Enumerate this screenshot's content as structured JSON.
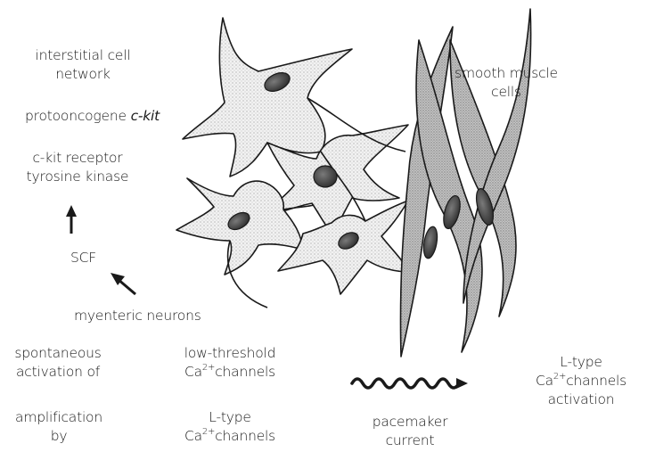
{
  "labels": {
    "interstitial_line1": "interstitial cell",
    "interstitial_line2": "network",
    "protooncogene_prefix": "protooncogene ",
    "protooncogene_gene": "c-kit",
    "receptor_line1": "c-kit receptor",
    "receptor_line2": "tyrosine kinase",
    "scf": "SCF",
    "myenteric": "myenteric neurons",
    "smooth_line1": "smooth muscle",
    "smooth_line2": "cells",
    "spontaneous_line1": "spontaneous",
    "spontaneous_line2": "activation of",
    "amplification_line1": "amplification",
    "amplification_line2": "by",
    "lowthreshold_line1": "low-threshold",
    "lowthreshold_ca": "Ca",
    "lowthreshold_sup": "2+",
    "lowthreshold_rest": "channels",
    "ltype_line1": "L-type",
    "ltype_ca": "Ca",
    "ltype_sup": "2+",
    "ltype_rest": "channels",
    "pacemaker_line1": "pacemaker",
    "pacemaker_line2": "current",
    "activation_line1": "L-type",
    "activation_ca": "Ca",
    "activation_sup": "2+",
    "activation_rest": "channels",
    "activation_line3": "activation"
  },
  "icons": {
    "arrow_up": "arrow-up-icon",
    "arrow_diagonal": "arrow-up-left-icon",
    "wavy_arrow": "wavy-arrow-icon"
  },
  "colors": {
    "stroke": "#1a1a1a",
    "smooth_muscle_fill": "#bdbdbd",
    "interstitial_fill": "#f0f0f0",
    "nucleus_fill": "#555555"
  }
}
